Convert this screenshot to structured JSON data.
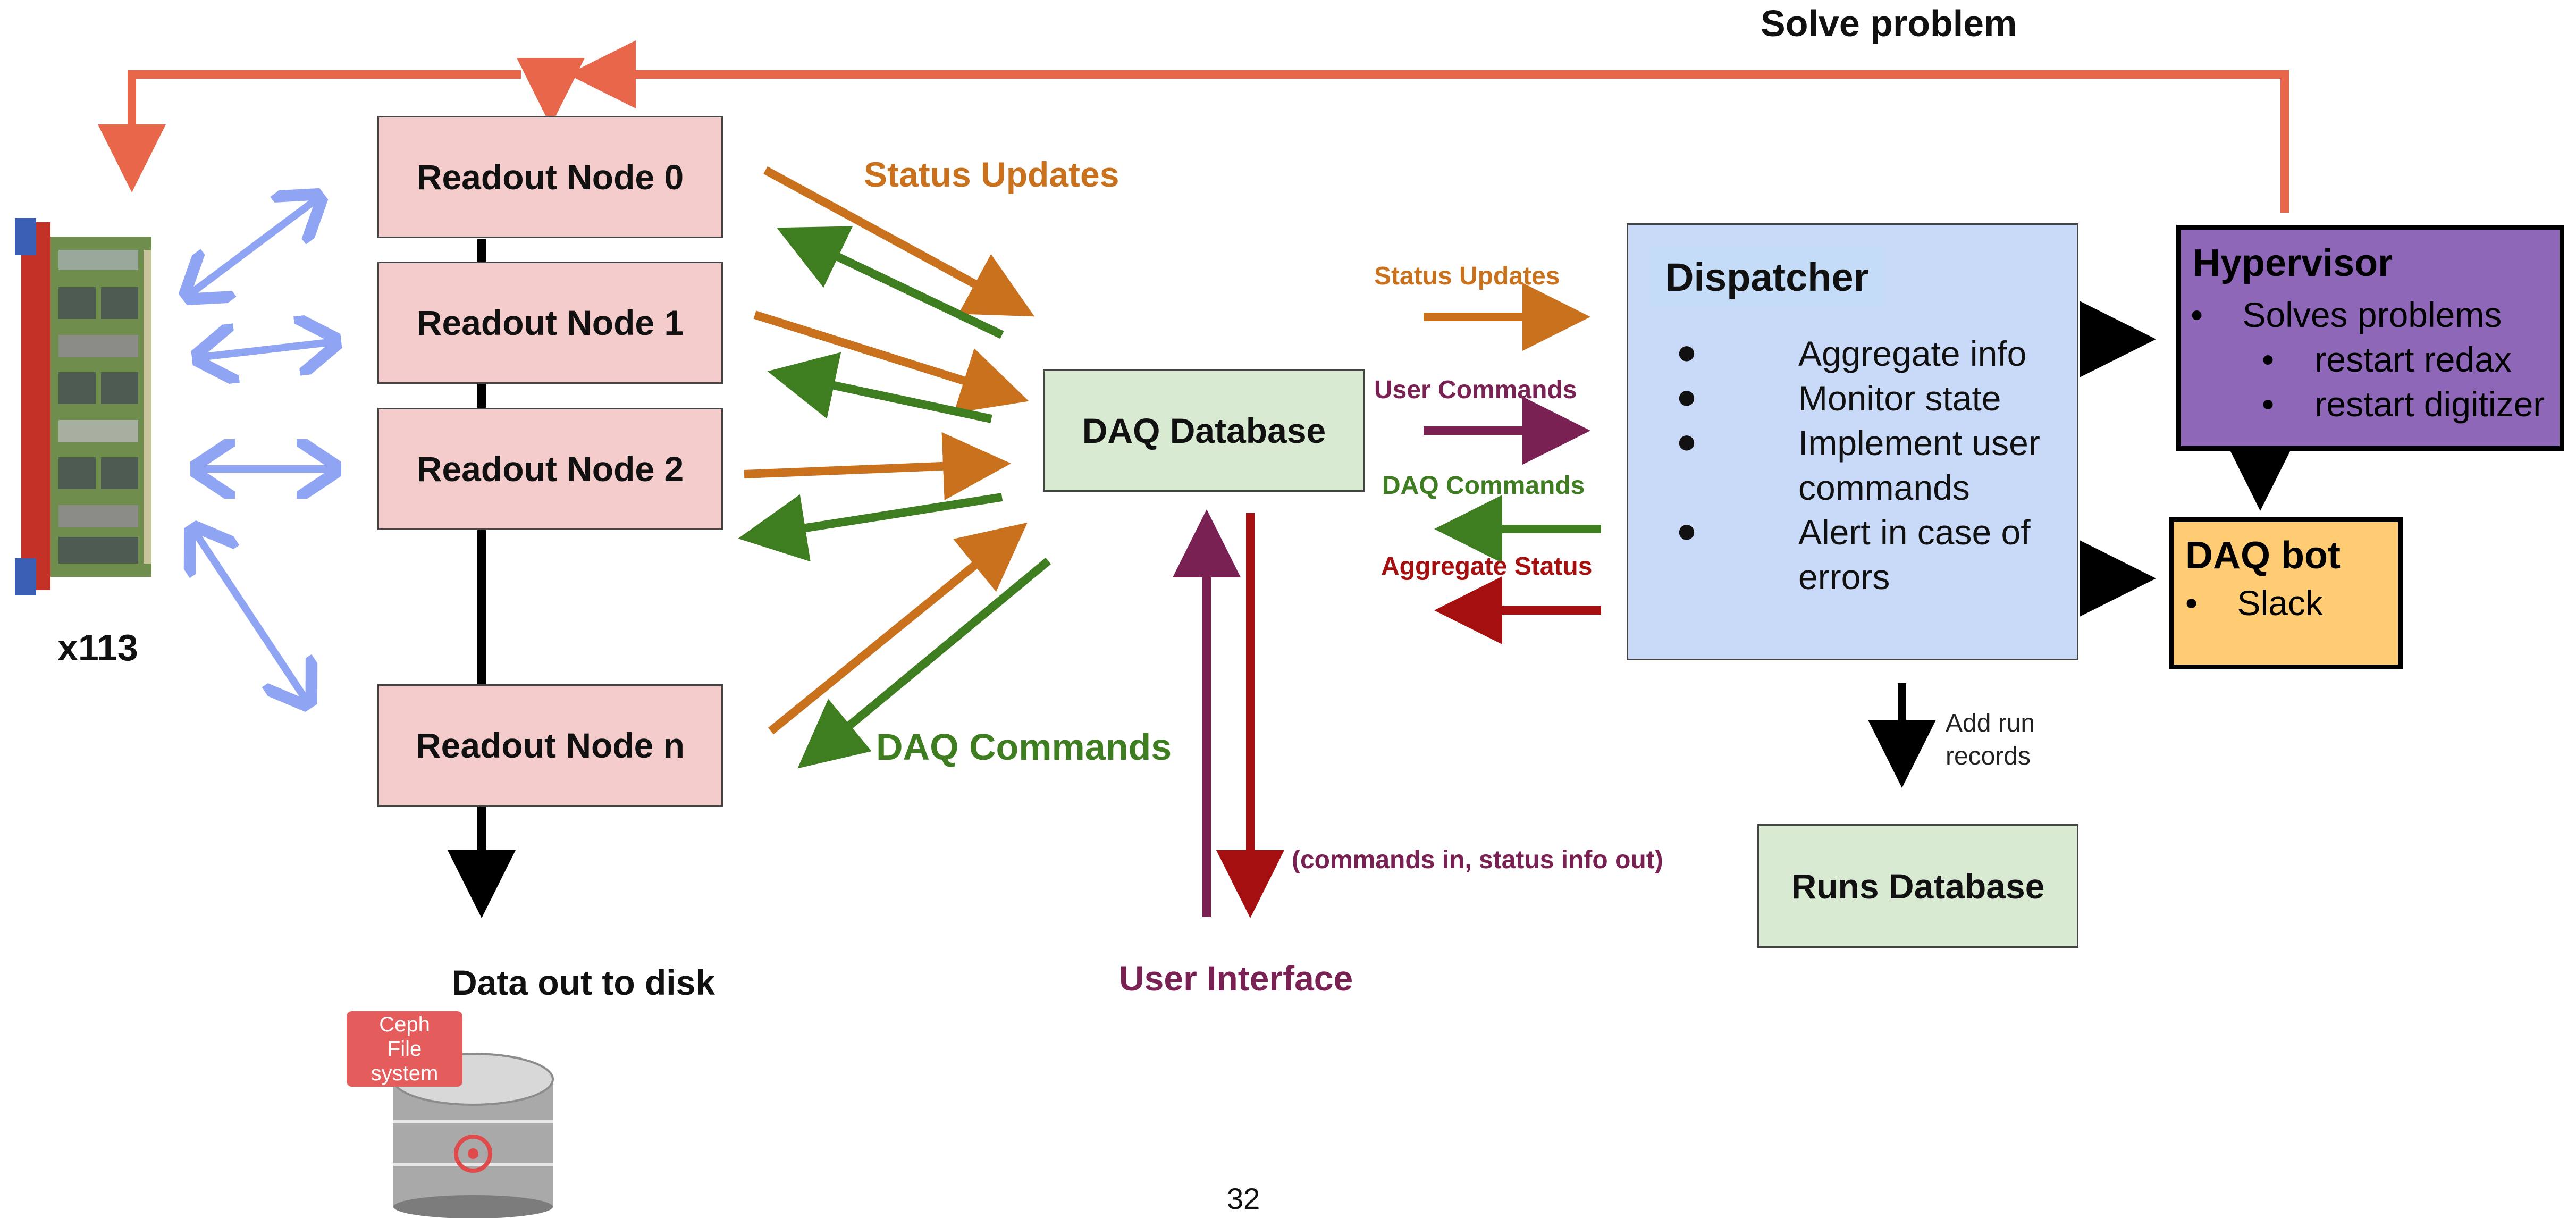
{
  "top_label": "Solve problem",
  "multiplicity": "x113",
  "readout_nodes": [
    "Readout Node 0",
    "Readout Node 1",
    "Readout Node 2",
    "Readout Node n"
  ],
  "daq_database": "DAQ Database",
  "runs_database": "Runs Database",
  "data_out": "Data out to disk",
  "ceph_label": [
    "Ceph",
    "File",
    "system"
  ],
  "status_updates_big": "Status Updates",
  "daq_commands_big": "DAQ Commands",
  "user_interface": "User Interface",
  "ui_note": "(commands in, status info out)",
  "dispatcher": {
    "title": "Dispatcher",
    "items": [
      "Aggregate info",
      "Monitor state",
      "Implement user",
      "commands",
      "Alert in case of",
      "errors"
    ]
  },
  "arrow_labels": {
    "status_updates": "Status Updates",
    "user_commands": "User Commands",
    "daq_commands": "DAQ Commands",
    "aggregate_status": "Aggregate Status"
  },
  "add_run_records": [
    "Add run",
    "records"
  ],
  "hypervisor": {
    "title": "Hypervisor",
    "items": [
      "Solves problems",
      "restart redax",
      "restart digitizer"
    ]
  },
  "daq_bot": {
    "title": "DAQ bot",
    "items": [
      "Slack"
    ]
  },
  "page_number": "32",
  "colors": {
    "orange_arrow": "#c9711c",
    "green_arrow": "#3f7d21",
    "purple_arrow": "#7a2154",
    "red_arrow": "#a50f0f",
    "feedback_arrow": "#e8674a",
    "board_arrow": "#90a4f4",
    "node_fill": "#f4cccc",
    "db_fill": "#d9ead3",
    "dispatcher_fill": "#c9daf8",
    "hypervisor_fill": "#8e67b8",
    "daqbot_fill": "#ffcc73"
  }
}
